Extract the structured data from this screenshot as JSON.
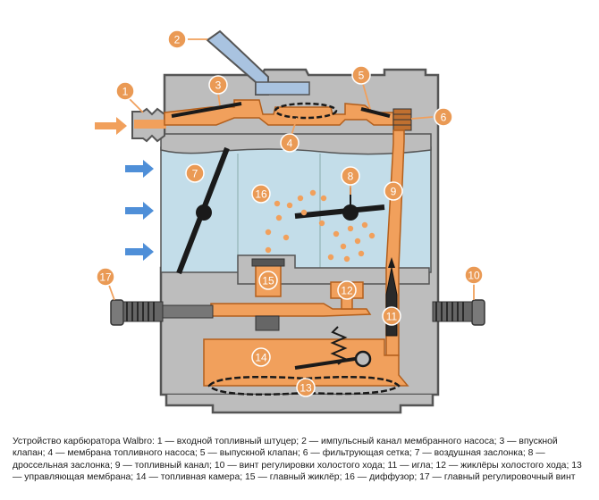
{
  "diagram": {
    "title": "Устройство карбюратора Walbro",
    "colors": {
      "body": "#bdbdbd",
      "body_outline": "#555555",
      "chamber": "#c3dde9",
      "fuel": "#f1a05c",
      "fuel_outline": "#b35f1c",
      "badge": "#ea9a55",
      "arrow_fuel": "#f1a05c",
      "arrow_air": "#4f8fd8",
      "impulse": "#a9c3e0",
      "dark": "#1a1a1a"
    },
    "badges": [
      {
        "label": "1",
        "name": "badge-1"
      },
      {
        "label": "2",
        "name": "badge-2"
      },
      {
        "label": "3",
        "name": "badge-3"
      },
      {
        "label": "4",
        "name": "badge-4"
      },
      {
        "label": "5",
        "name": "badge-5"
      },
      {
        "label": "6",
        "name": "badge-6"
      },
      {
        "label": "7",
        "name": "badge-7"
      },
      {
        "label": "8",
        "name": "badge-8"
      },
      {
        "label": "9",
        "name": "badge-9"
      },
      {
        "label": "10",
        "name": "badge-10"
      },
      {
        "label": "11",
        "name": "badge-11"
      },
      {
        "label": "12",
        "name": "badge-12"
      },
      {
        "label": "13",
        "name": "badge-13"
      },
      {
        "label": "14",
        "name": "badge-14"
      },
      {
        "label": "15",
        "name": "badge-15"
      },
      {
        "label": "16",
        "name": "badge-16"
      },
      {
        "label": "17",
        "name": "badge-17"
      }
    ]
  },
  "caption": "Устройство карбюратора Walbro: 1 — входной топливный штуцер; 2 — импульсный канал мембранного насоса; 3 — впускной клапан; 4 — мембрана топливного насоса; 5 — выпускной клапан; 6 — фильтрующая сетка; 7 — воздушная заслонка; 8 — дроссельная заслонка; 9 — топливный канал; 10 — винт регулировки холостого хода; 11 — игла; 12 — жиклёры холостого хода; 13 — управляющая мембрана; 14 — топливная камера; 15 — главный жиклёр; 16 — диффузор; 17 — главный регулировочный винт"
}
